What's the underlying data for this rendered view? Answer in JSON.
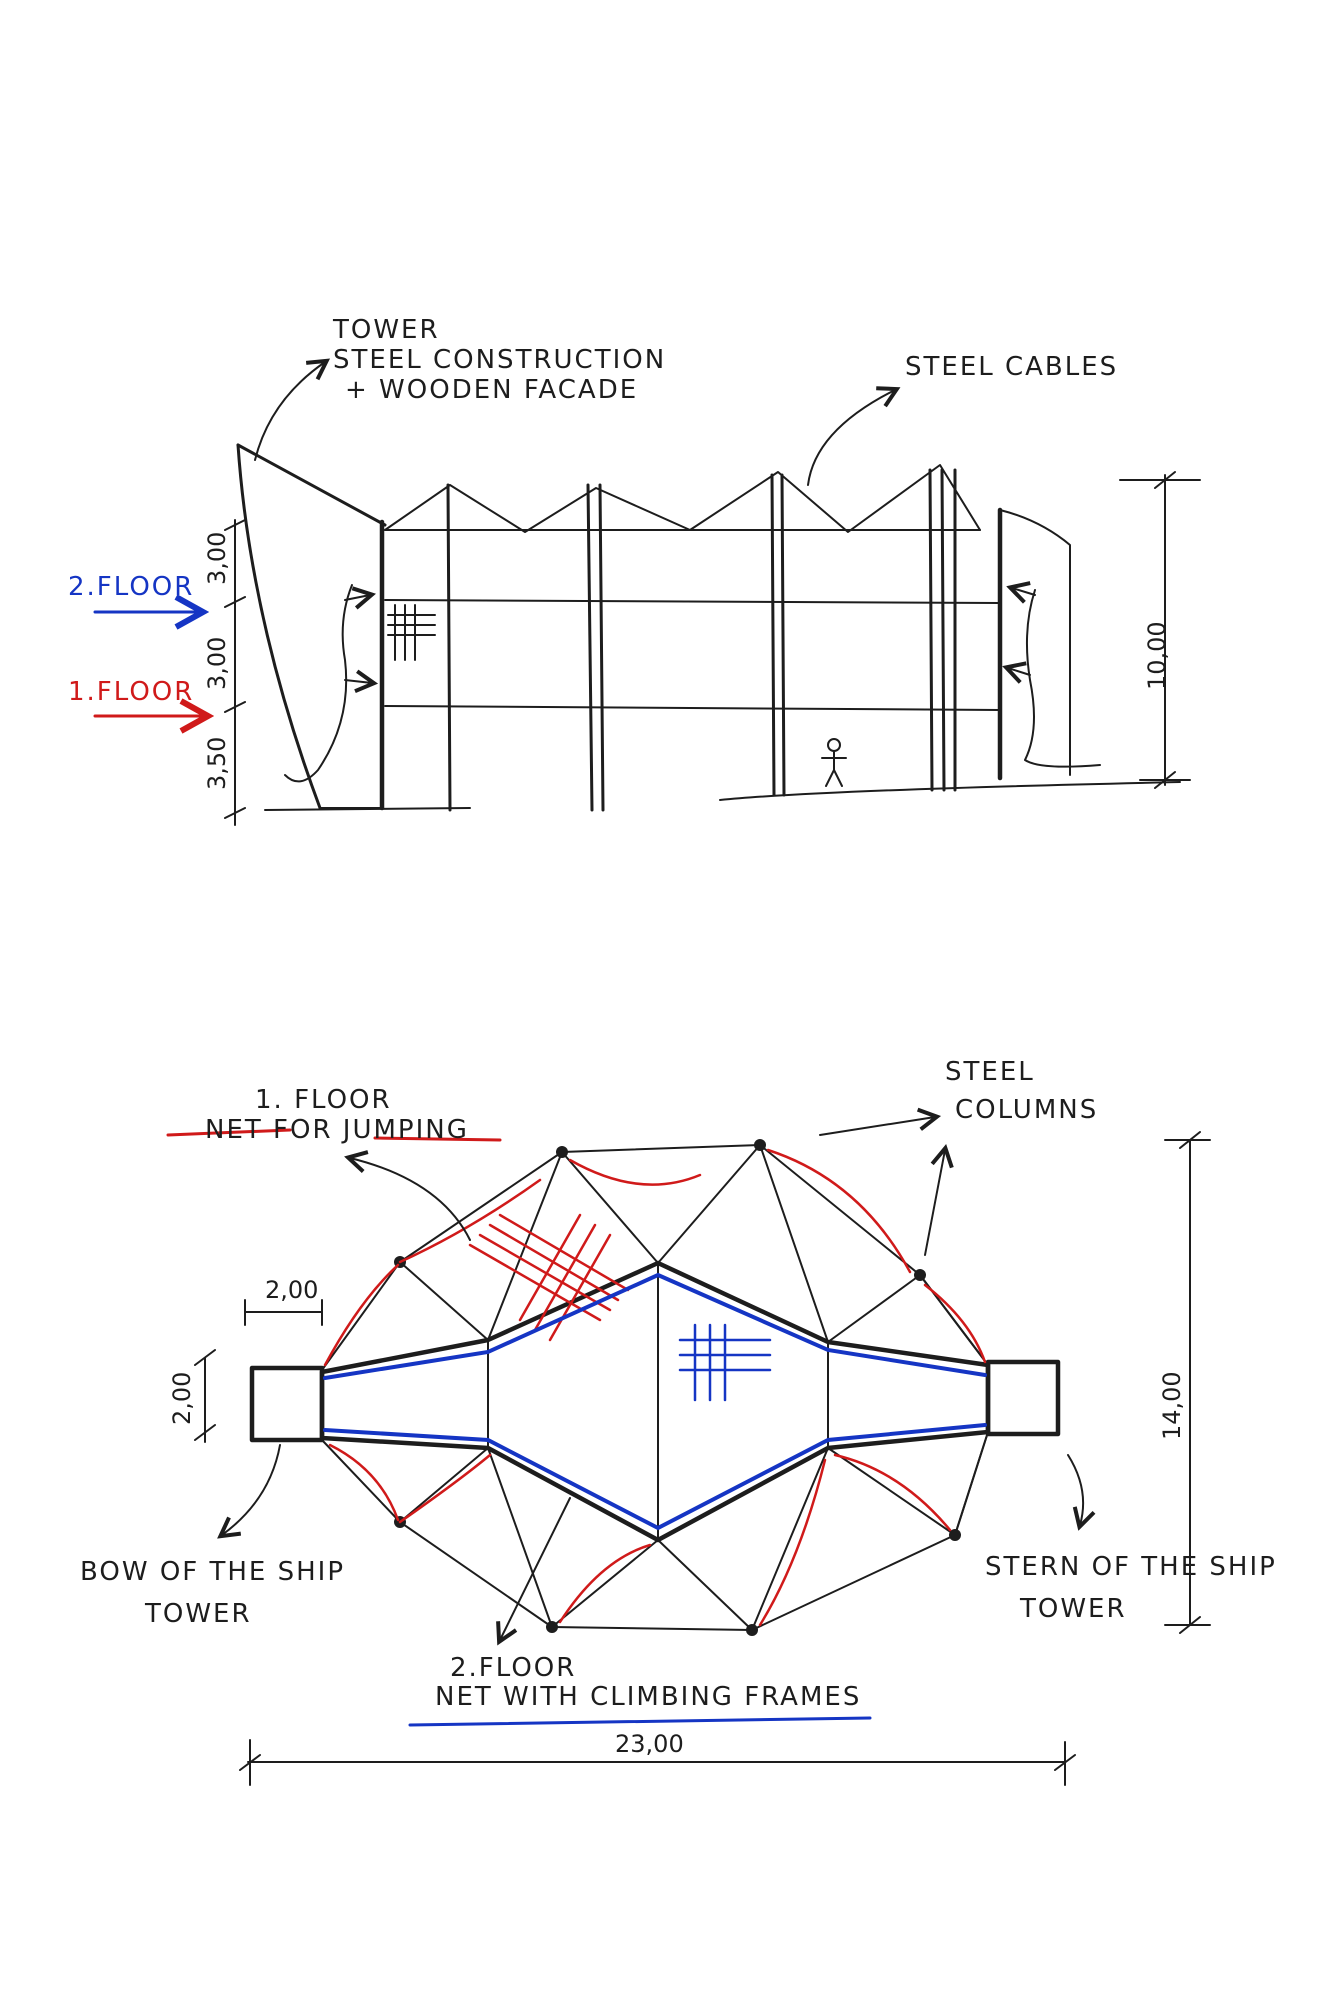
{
  "elevation": {
    "tower_label": [
      "TOWER",
      "STEEL CONSTRUCTION",
      "+ WOODEN FACADE"
    ],
    "cables_label": "STEEL CABLES",
    "floor2_label": "2.FLOOR",
    "floor1_label": "1.FLOOR",
    "dim_total": "10,00",
    "dim_upper": "3,00",
    "dim_middle": "3,00",
    "dim_lower": "3,50",
    "colors": {
      "floor1": "#d01a1a",
      "floor2": "#1535c4"
    }
  },
  "plan": {
    "floor1_label": [
      "1. FLOOR",
      "NET FOR JUMPING"
    ],
    "columns_label": [
      "STEEL",
      "COLUMNS"
    ],
    "tower_width": "2,00",
    "tower_depth": "2,00",
    "overall_length": "23,00",
    "overall_width": "14,00",
    "bow_label": [
      "BOW OF THE SHIP",
      "TOWER"
    ],
    "stern_label": [
      "STERN OF THE SHIP",
      "TOWER"
    ],
    "floor2_label": [
      "2.FLOOR",
      "NET WITH CLIMBING FRAMES"
    ]
  }
}
